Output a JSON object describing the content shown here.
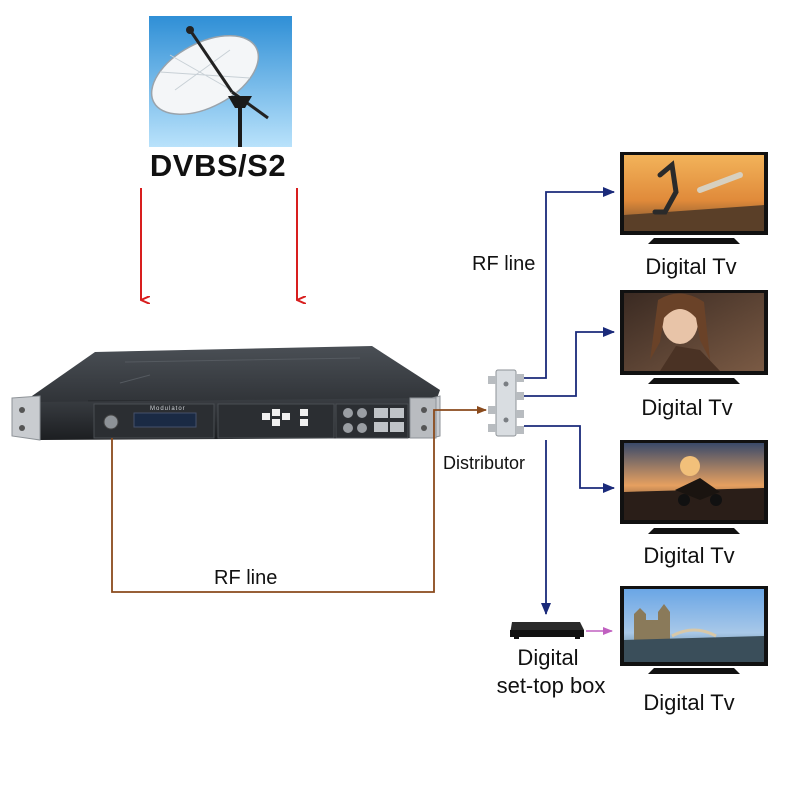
{
  "source": {
    "label": "DVBS/S2"
  },
  "modulator": {
    "panel_label": "Modulator"
  },
  "distributor": {
    "label": "Distributor"
  },
  "links": {
    "rf_line_bottom": "RF line",
    "rf_line_right": "RF line"
  },
  "set_top_box": {
    "label_line1": "Digital",
    "label_line2": "set-top box"
  },
  "tvs": [
    {
      "label": "Digital Tv",
      "scene": "skateboarder"
    },
    {
      "label": "Digital Tv",
      "scene": "portrait"
    },
    {
      "label": "Digital Tv",
      "scene": "motorcycle-sunset"
    },
    {
      "label": "Digital Tv",
      "scene": "cathedral-river"
    }
  ],
  "colors": {
    "satellite_arrow": "#d81e1e",
    "rf_cable": "#8a4a1c",
    "distribution_arrow": "#1a2a7a",
    "stb_link": "#c060c0"
  }
}
